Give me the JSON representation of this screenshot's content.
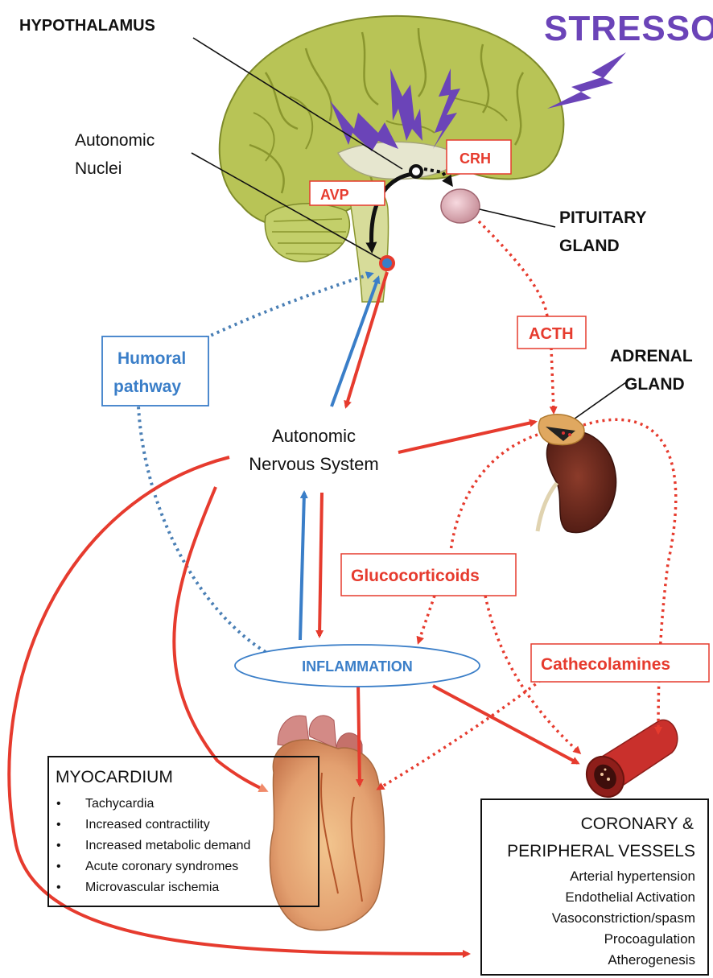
{
  "colors": {
    "red": "#e63b2e",
    "blue": "#3a7ec8",
    "blue_dotted": "#4a7fb5",
    "purple": "#6b44b8",
    "brain": "#b8c456",
    "black": "#111111"
  },
  "labels": {
    "stressor": "STRESSOR",
    "hypothalamus": "HYPOTHALAMUS",
    "autonomic_nuclei_line1": "Autonomic",
    "autonomic_nuclei_line2": "Nuclei",
    "avp": "AVP",
    "crh": "CRH",
    "pituitary_line1": "PITUITARY",
    "pituitary_line2": "GLAND",
    "acth": "ACTH",
    "adrenal_line1": "ADRENAL",
    "adrenal_line2": "GLAND",
    "humoral_line1": "Humoral",
    "humoral_line2": "pathway",
    "ans_line1": "Autonomic",
    "ans_line2": "Nervous System",
    "glucocorticoids": "Glucocorticoids",
    "cathecolamines": "Cathecolamines",
    "inflammation": "INFLAMMATION"
  },
  "myocardium": {
    "title": "MYOCARDIUM",
    "items": [
      "Tachycardia",
      "Increased contractility",
      "Increased metabolic demand",
      "Acute coronary syndromes",
      "Microvascular ischemia"
    ]
  },
  "vessels": {
    "title_line1": "CORONARY &",
    "title_line2": "PERIPHERAL VESSELS",
    "items": [
      "Arterial hypertension",
      "Endothelial Activation",
      "Vasoconstriction/spasm",
      "Procoagulation",
      "Atherogenesis"
    ]
  }
}
